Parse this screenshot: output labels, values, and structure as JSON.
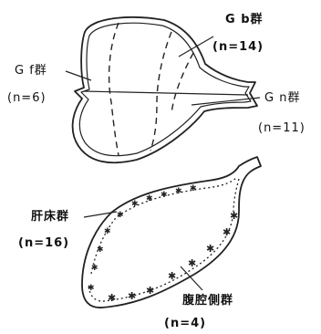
{
  "labels": {
    "gb_group": "G b群",
    "gb_count": "(n=14)",
    "gf_group": "G f群",
    "gf_count": "(n=6)",
    "gn_group": "G n群",
    "gn_count": "(n=11)",
    "liver_bed_group": "肝床群",
    "liver_bed_count": "(n=16)",
    "peritoneal_side_group": "腹腔側群",
    "peritoneal_side_count": "(n=4)"
  }
}
